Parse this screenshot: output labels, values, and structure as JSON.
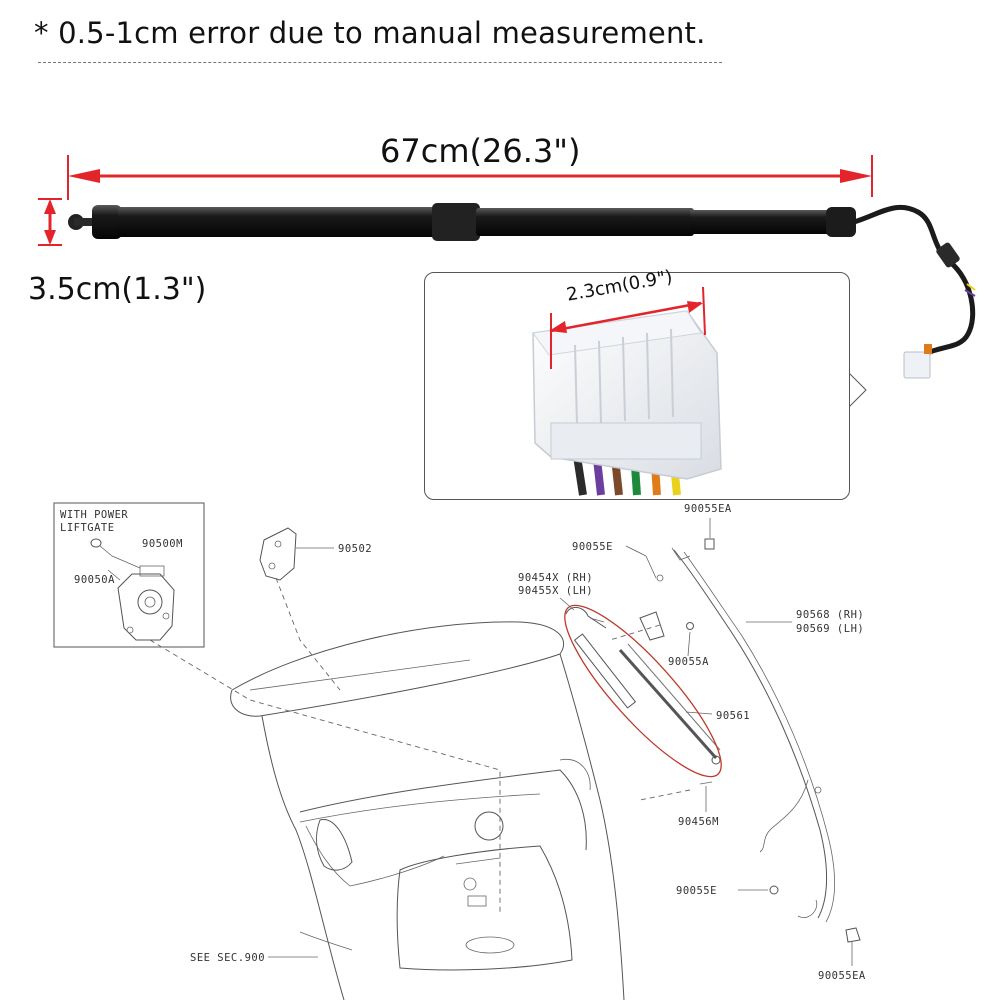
{
  "note": "* 0.5-1cm error due to manual measurement.",
  "dimensions": {
    "length": "67cm(26.3\")",
    "diameter": "3.5cm(1.3\")",
    "connector_width": "2.3cm(0.9\")"
  },
  "colors": {
    "dimension_arrow": "#e3242b",
    "strut_body": "#161616",
    "highlight_ellipse": "#c0392b",
    "connector_wires": [
      "#2b2b2b",
      "#6a3fa0",
      "#7a4a2a",
      "#1c8a3a",
      "#e07b1a",
      "#e8d21a"
    ]
  },
  "diagram": {
    "box_title": [
      "WITH POWER",
      "LIFTGATE"
    ],
    "parts": [
      "90500M",
      "90050A",
      "90502",
      "90055EA",
      "90055E",
      "90454X (RH)",
      "90455X (LH)",
      "90568 (RH)",
      "90569 (LH)",
      "90055A",
      "90561",
      "90456M",
      "90055E",
      "90055EA"
    ],
    "see_section": "SEE SEC.900"
  }
}
